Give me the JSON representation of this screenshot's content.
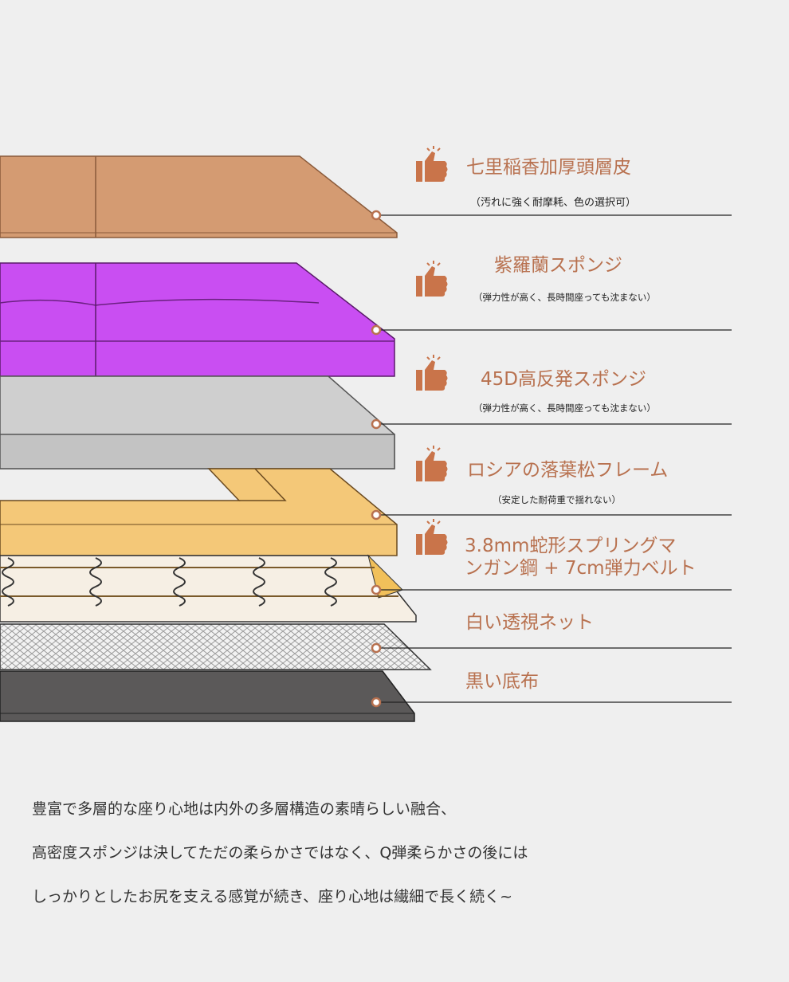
{
  "colors": {
    "accent": "#c9744a",
    "leather": "#d49b72",
    "purple_sponge": "#c94ef2",
    "gray_sponge": "#cfcfcf",
    "frame": "#f4c878",
    "spring_layer": "#f6efe4",
    "net": "#dcdcdc",
    "bottom_cloth": "#5b5959"
  },
  "layers": [
    {
      "title": "七里稲香加厚頭層皮",
      "subtitle": "（汚れに強く耐摩耗、色の選択可）",
      "icon": "thumbs-up-icon"
    },
    {
      "title": "紫羅蘭スポンジ",
      "subtitle": "（弾力性が高く、長時間座っても沈まない）",
      "icon": "thumbs-up-icon"
    },
    {
      "title": "45D高反発スポンジ",
      "subtitle": "（弾力性が高く、長時間座っても沈まない）",
      "icon": "thumbs-up-icon"
    },
    {
      "title": "ロシアの落葉松フレーム",
      "subtitle": "（安定した耐荷重で揺れない）",
      "icon": "thumbs-up-icon"
    },
    {
      "title_line1": "3.8mm蛇形スプリングマ",
      "title_line2": "ンガン鋼 + 7cm弾力ベルト",
      "icon": "thumbs-up-icon"
    },
    {
      "title": "白い透視ネット"
    },
    {
      "title": "黒い底布"
    }
  ],
  "description": [
    "豊富で多層的な座り心地は内外の多層構造の素晴らしい融合、",
    "高密度スポンジは決してただの柔らかさではなく、Q弾柔らかさの後には",
    "しっかりとしたお尻を支える感覚が続き、座り心地は繊細で長く続く~"
  ]
}
